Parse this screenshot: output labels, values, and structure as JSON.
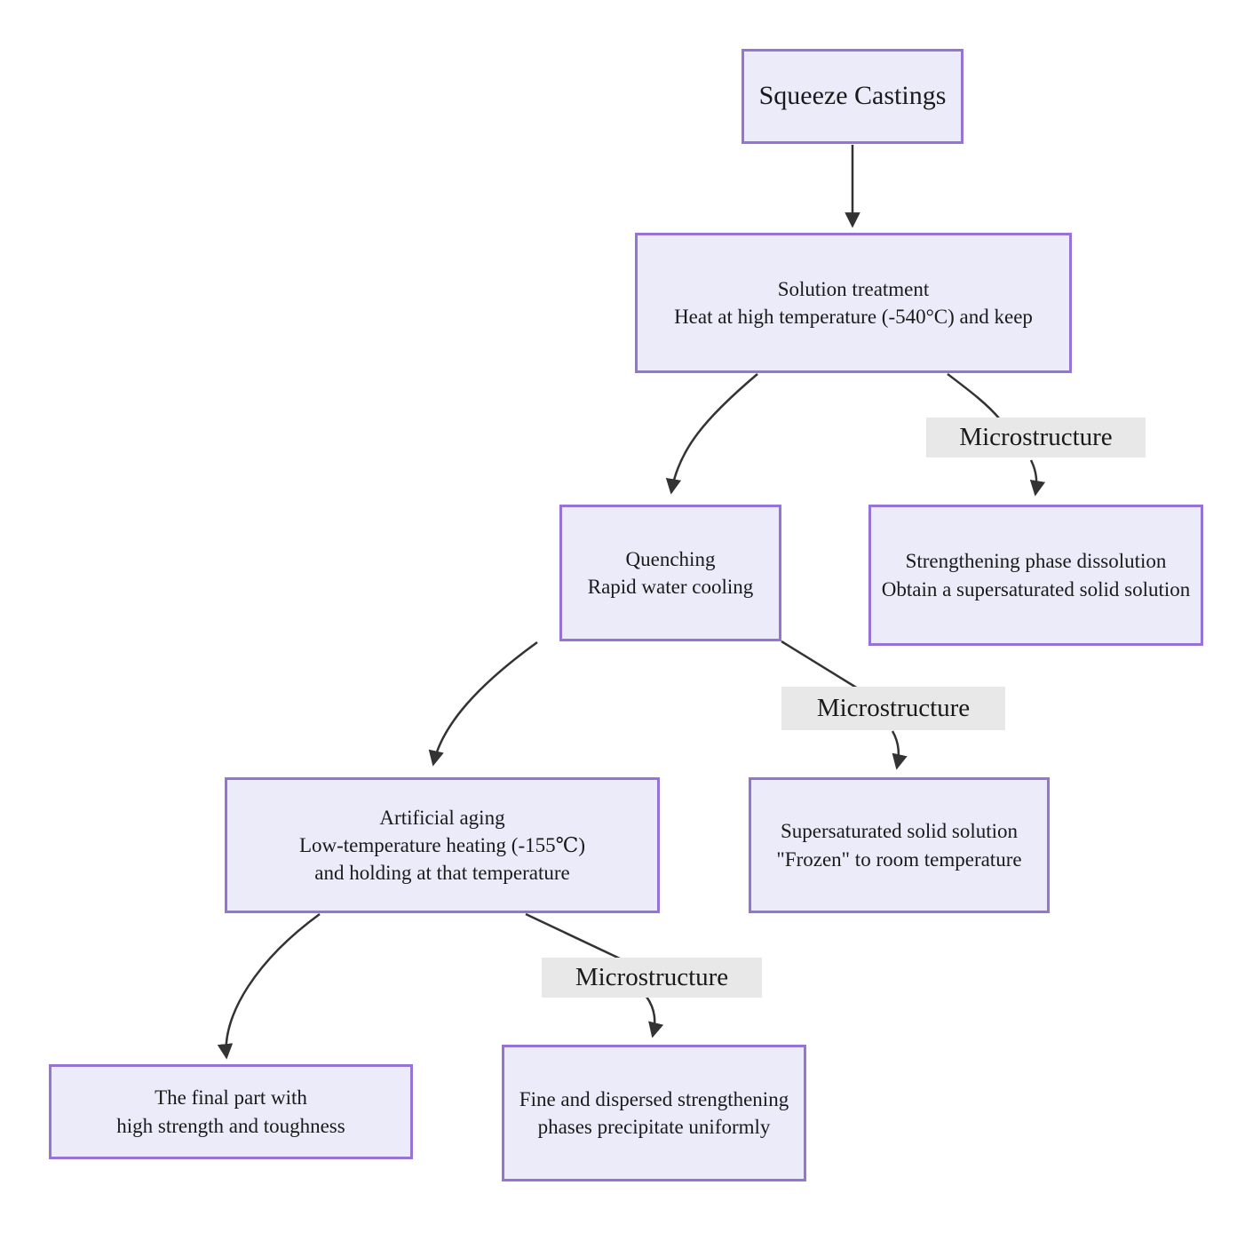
{
  "colors": {
    "node_fill": "#ECEBFA",
    "node_border": "#9673D6",
    "microstructure_label_fill": "#E8E8E8",
    "arrow": "#333333",
    "text": "#1A1A1A",
    "background": "#FFFFFF"
  },
  "nodes": {
    "squeeze": {
      "lines": [
        "Squeeze Castings"
      ]
    },
    "solution": {
      "lines": [
        "Solution treatment",
        "Heat at high temperature (-540°C) and keep"
      ]
    },
    "micro1": {
      "label": "Microstructure"
    },
    "quenching": {
      "lines": [
        "Quenching",
        "Rapid water cooling"
      ]
    },
    "strengthening": {
      "lines": [
        "Strengthening phase dissolution",
        "Obtain a supersaturated solid solution"
      ]
    },
    "micro2": {
      "label": "Microstructure"
    },
    "aging": {
      "lines": [
        "Artificial aging",
        "Low-temperature heating (-155℃)",
        "and holding at that temperature"
      ]
    },
    "supersaturated": {
      "lines": [
        "Supersaturated solid solution",
        "\"Frozen\" to room temperature"
      ]
    },
    "micro3": {
      "label": "Microstructure"
    },
    "final": {
      "lines": [
        "The final part with",
        "high strength and toughness"
      ]
    },
    "fine": {
      "lines": [
        "Fine and dispersed strengthening",
        "phases precipitate uniformly"
      ]
    }
  },
  "edges": [
    {
      "from": "squeeze",
      "to": "solution"
    },
    {
      "from": "solution",
      "to": "quenching"
    },
    {
      "from": "solution",
      "to": "strengthening",
      "via": "micro1"
    },
    {
      "from": "quenching",
      "to": "aging"
    },
    {
      "from": "quenching",
      "to": "supersaturated",
      "via": "micro2"
    },
    {
      "from": "aging",
      "to": "final"
    },
    {
      "from": "aging",
      "to": "fine",
      "via": "micro3"
    }
  ]
}
